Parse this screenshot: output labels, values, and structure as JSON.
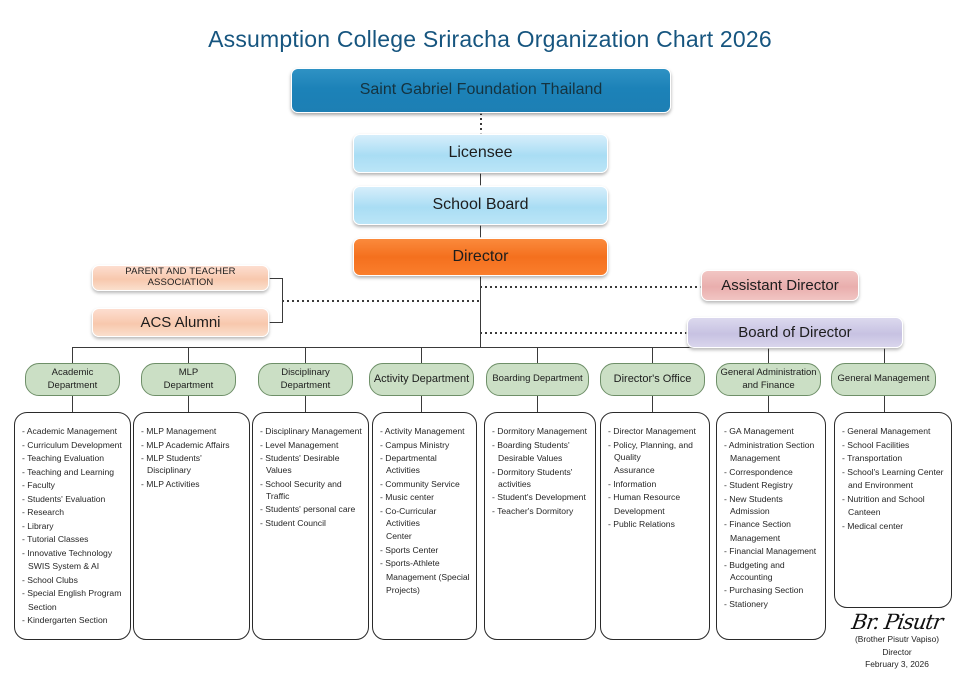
{
  "title": "Assumption College Sriracha Organization Chart 2026",
  "hierarchy": {
    "root": "Saint Gabriel Foundation Thailand",
    "licensee": "Licensee",
    "school_board": "School Board",
    "director": "Director",
    "parent_teacher_association": "PARENT AND TEACHER ASSOCIATION",
    "acs_alumni": "ACS Alumni",
    "assistant_director": "Assistant Director",
    "board_of_director": "Board of Director"
  },
  "colors": {
    "title": "#16557f",
    "root_box": "#1d7fb4",
    "light_blue_box": "#a9ddf4",
    "director_box": "#f4701e",
    "advisory_box": "#f8c8ad",
    "assistant_box": "#e9aead",
    "board_box": "#c7c2e2",
    "department_pill": "#cbdfc5",
    "department_pill_border": "#6e8f68",
    "content_box_border": "#2a2a2a"
  },
  "departments": [
    {
      "id": "academic",
      "title": "Academic Department",
      "title_lines": [
        "Academic",
        "Department"
      ],
      "items": [
        "Academic Management",
        "Curriculum Development",
        "Teaching Evaluation",
        "Teaching and Learning",
        "Faculty",
        "Students' Evaluation",
        "Research",
        "Library",
        "Tutorial Classes",
        "Innovative Technology\nSWIS System & AI",
        "School Clubs",
        "Special English Program\nSection",
        "Kindergarten Section"
      ]
    },
    {
      "id": "mlp",
      "title": "MLP Department",
      "title_lines": [
        "MLP",
        "Department"
      ],
      "items": [
        "MLP Management",
        "MLP Academic Affairs",
        "MLP Students' Disciplinary",
        "MLP Activities"
      ]
    },
    {
      "id": "disciplinary",
      "title": "Disciplinary Department",
      "title_lines": [
        "Disciplinary",
        "Department"
      ],
      "items": [
        "Disciplinary Management",
        "Level Management",
        "Students' Desirable Values",
        "School Security and Traffic",
        "Students' personal care",
        "Student Council"
      ]
    },
    {
      "id": "activity",
      "title": "Activity Department",
      "title_lines": [
        "Activity Department"
      ],
      "items": [
        "Activity Management",
        "Campus Ministry",
        "Departmental Activities",
        "Community Service",
        "Music center",
        "Co-Curricular Activities\nCenter",
        "Sports Center",
        "Sports-Athlete\nManagement (Special\nProjects)"
      ]
    },
    {
      "id": "boarding",
      "title": "Boarding Department",
      "title_lines": [
        "Boarding Department"
      ],
      "items": [
        "Dormitory Management",
        "Boarding Students'\nDesirable Values",
        "Dormitory Students' activities",
        "Student's Development",
        "Teacher's Dormitory"
      ]
    },
    {
      "id": "directors-office",
      "title": "Director's Office",
      "title_lines": [
        "Director's Office"
      ],
      "items": [
        "Director Management",
        "Policy, Planning, and Quality\nAssurance",
        "Information",
        "Human Resource\nDevelopment",
        "Public Relations"
      ]
    },
    {
      "id": "general-administration",
      "title": "General Administration and Finance",
      "title_lines": [
        "General Administration",
        "and Finance"
      ],
      "items": [
        "GA Management",
        "Administration Section\nManagement",
        "Correspondence",
        "Student Registry",
        "New Students Admission",
        "Finance Section\nManagement",
        "Financial Management",
        "Budgeting and Accounting",
        "Purchasing Section",
        "Stationery"
      ]
    },
    {
      "id": "general-management",
      "title": "General Management",
      "title_lines": [
        "General Management"
      ],
      "items": [
        "General Management",
        "School Facilities",
        "Transportation",
        "School's Learning Center\nand Environment",
        "Nutrition and School\nCanteen",
        "Medical center"
      ]
    }
  ],
  "signature": {
    "mark": "Br. Pisutr",
    "name": "(Brother Pisutr  Vapiso)",
    "role": "Director",
    "date": "February 3, 2026"
  }
}
